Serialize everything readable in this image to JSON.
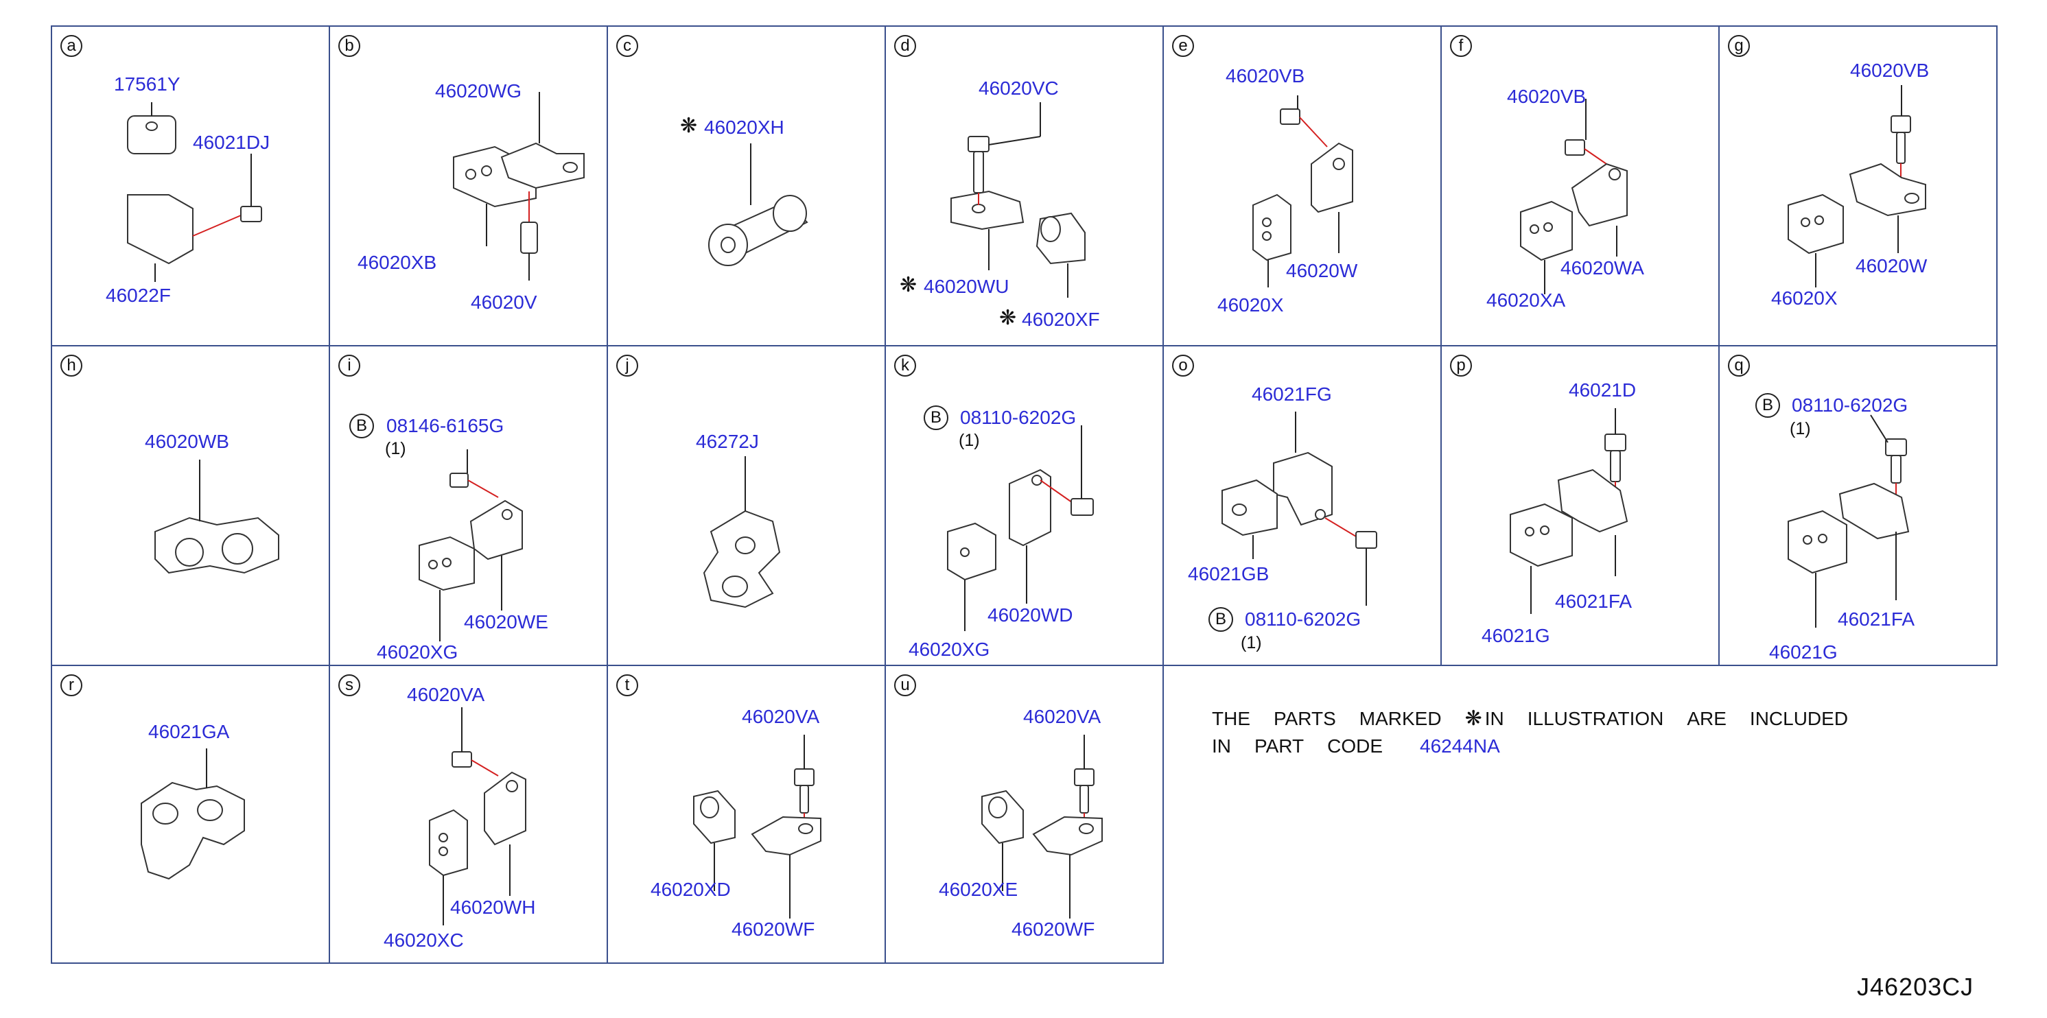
{
  "cells": {
    "a": {
      "id": "a",
      "labels": {
        "l1": "17561Y",
        "l2": "46021DJ",
        "l3": "46022F"
      }
    },
    "b": {
      "id": "b",
      "labels": {
        "l1": "46020WG",
        "l2": "46020XB",
        "l3": "46020V"
      }
    },
    "c": {
      "id": "c",
      "labels": {
        "l1": "46020XH"
      }
    },
    "d": {
      "id": "d",
      "labels": {
        "l1": "46020VC",
        "l2": "46020WU",
        "l3": "46020XF"
      }
    },
    "e": {
      "id": "e",
      "labels": {
        "l1": "46020VB",
        "l2": "46020W",
        "l3": "46020X"
      }
    },
    "f": {
      "id": "f",
      "labels": {
        "l1": "46020VB",
        "l2": "46020WA",
        "l3": "46020XA"
      }
    },
    "g": {
      "id": "g",
      "labels": {
        "l1": "46020VB",
        "l2": "46020W",
        "l3": "46020X"
      }
    },
    "h": {
      "id": "h",
      "labels": {
        "l1": "46020WB"
      }
    },
    "i": {
      "id": "i",
      "b": "B",
      "labels": {
        "l1": "08146-6165G",
        "qty": "(1)",
        "l2": "46020WE",
        "l3": "46020XG"
      }
    },
    "j": {
      "id": "j",
      "labels": {
        "l1": "46272J"
      }
    },
    "k": {
      "id": "k",
      "b": "B",
      "labels": {
        "l1": "08110-6202G",
        "qty": "(1)",
        "l2": "46020WD",
        "l3": "46020XG"
      }
    },
    "o": {
      "id": "o",
      "b": "B",
      "labels": {
        "l1": "46021FG",
        "l2": "46021GB",
        "l3": "08110-6202G",
        "qty": "(1)"
      }
    },
    "p": {
      "id": "p",
      "labels": {
        "l1": "46021D",
        "l2": "46021FA",
        "l3": "46021G"
      }
    },
    "q": {
      "id": "q",
      "b": "B",
      "labels": {
        "l1": "08110-6202G",
        "qty": "(1)",
        "l2": "46021FA",
        "l3": "46021G"
      }
    },
    "r": {
      "id": "r",
      "labels": {
        "l1": "46021GA"
      }
    },
    "s": {
      "id": "s",
      "labels": {
        "l1": "46020VA",
        "l2": "46020WH",
        "l3": "46020XC"
      }
    },
    "t": {
      "id": "t",
      "labels": {
        "l1": "46020VA",
        "l2": "46020XD",
        "l3": "46020WF"
      }
    },
    "u": {
      "id": "u",
      "labels": {
        "l1": "46020VA",
        "l2": "46020XE",
        "l3": "46020WF"
      }
    }
  },
  "note": {
    "line1": [
      "THE",
      "PARTS",
      "MARKED",
      "IN",
      "ILLUSTRATION",
      "ARE",
      "INCLUDED"
    ],
    "line2": [
      "IN",
      "PART",
      "CODE"
    ],
    "code": "46244NA",
    "marker_icon": "asterisk-flower-icon"
  },
  "footer_code": "J46203CJ",
  "colors": {
    "label": "#2b2bd6",
    "border": "#3a4f8c",
    "leader_red": "#d42020"
  }
}
